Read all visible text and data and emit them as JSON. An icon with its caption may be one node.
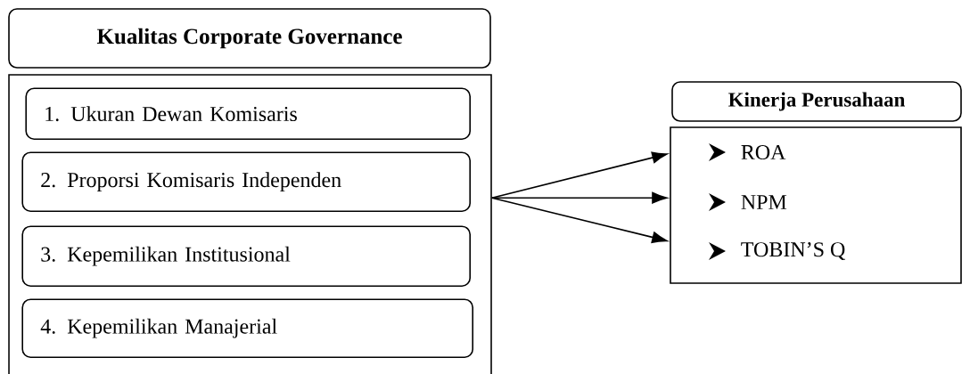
{
  "diagram": {
    "nodes": [
      {
        "text": [
          "Kualitas Corporate Governance"
        ]
      },
      {
        "text": [],
        "shape": "box"
      },
      {
        "text": [
          "1. Ukuran Dewan Komisaris"
        ],
        "in": 1
      },
      {
        "text": [
          "2. Proporsi Komisaris Independen"
        ],
        "in": 1
      },
      {
        "text": [
          "3. Kepemilikan Institusional"
        ],
        "in": 1
      },
      {
        "text": [
          "4. Kepemilikan Manajerial"
        ],
        "in": 1
      },
      {
        "text": [
          "Kinerja Perusahaan"
        ]
      },
      {
        "text": [
          "ROA",
          "NPM",
          "TOBIN’S Q"
        ]
      }
    ],
    "edges": [
      {
        "from": 1,
        "to": 7,
        "arrow": "to"
      },
      {
        "from": 1,
        "to": 7,
        "arrow": "to"
      },
      {
        "from": 1,
        "to": 7,
        "arrow": "to"
      }
    ]
  }
}
